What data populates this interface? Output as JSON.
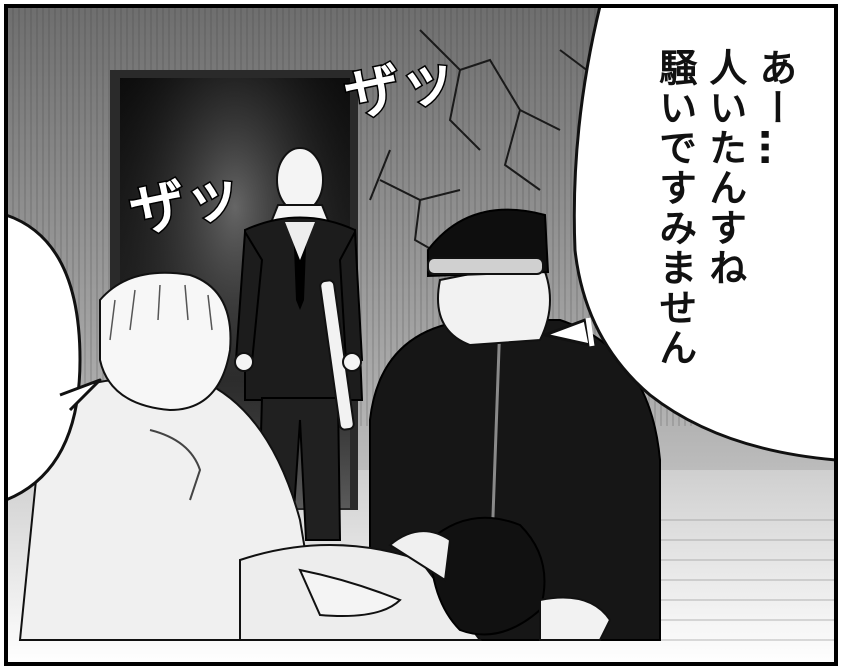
{
  "speech_bubble": {
    "lines": [
      "あー…",
      "人いたんすね",
      "騒いですみません"
    ]
  },
  "sound_effects": [
    "ザッ",
    "ザッ"
  ]
}
